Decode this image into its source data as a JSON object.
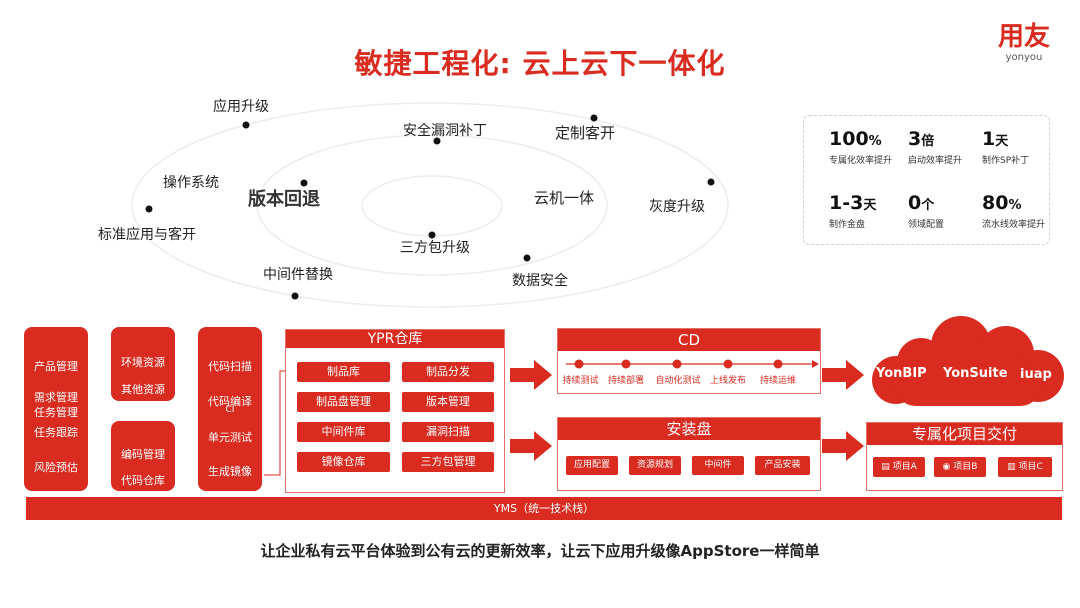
{
  "title": "敏捷工程化: 云上云下一体化",
  "logo": {
    "main": "用友",
    "sub": "yonyou"
  },
  "orbit": {
    "labels": [
      "应用升级",
      "安全漏洞补丁",
      "定制客开",
      "操作系统",
      "版本回退",
      "云机一体",
      "灰度升级",
      "标准应用与客开",
      "三方包升级",
      "中间件替换",
      "数据安全"
    ]
  },
  "stats": [
    {
      "value": "100",
      "unit": "%",
      "label": "专属化效率提升"
    },
    {
      "value": "3",
      "unit": "倍",
      "label": "启动效率提升"
    },
    {
      "value": "1",
      "unit": "天",
      "label": "制作SP补丁"
    },
    {
      "value": "1-3",
      "unit": "天",
      "label": "制作金盘"
    },
    {
      "value": "0",
      "unit": "个",
      "label": "领域配置"
    },
    {
      "value": "80",
      "unit": "%",
      "label": "流水线效率提升"
    }
  ],
  "left_column": [
    "产品管理",
    "需求管理",
    "任务管理",
    "任务跟踪",
    "风险预估"
  ],
  "env_box": [
    "环境资源",
    "其他资源"
  ],
  "code_box": [
    "编码管理",
    "代码仓库"
  ],
  "ci_box": {
    "items": [
      "代码扫描",
      "代码编译",
      "单元测试",
      "生成镜像"
    ],
    "tag": "CI"
  },
  "ypr": {
    "title": "YPR仓库",
    "items": [
      "制品库",
      "制品分发",
      "制品盘管理",
      "版本管理",
      "中间件库",
      "漏洞扫描",
      "镜像仓库",
      "三方包管理"
    ]
  },
  "cd": {
    "title": "CD",
    "steps": [
      "持续测试",
      "持续部署",
      "自动化测试",
      "上线发布",
      "持续运维"
    ]
  },
  "install": {
    "title": "安装盘",
    "items": [
      "应用配置",
      "资源规划",
      "中间件",
      "产品安装"
    ]
  },
  "cloud": {
    "items": [
      "YonBIP",
      "YonSuite",
      "iuap"
    ]
  },
  "delivery": {
    "title": "专属化项目交付",
    "items": [
      "项目A",
      "项目B",
      "项目C"
    ]
  },
  "yms": "YMS（统一技术栈）",
  "footer": "让企业私有云平台体验到公有云的更新效率，让云下应用升级像AppStore一样简单",
  "colors": {
    "accent": "#d92b20",
    "border": "#e46f66"
  }
}
